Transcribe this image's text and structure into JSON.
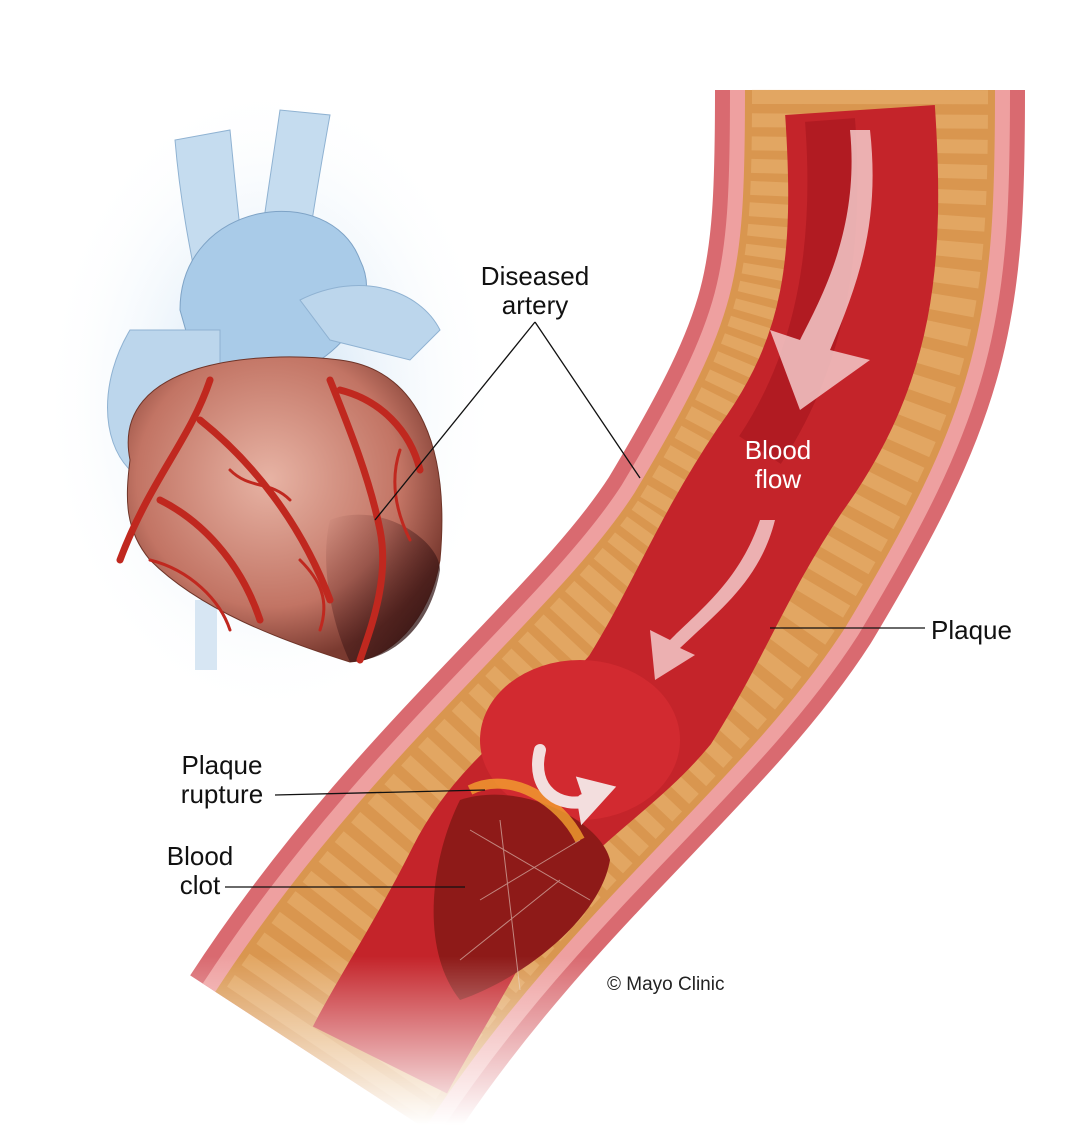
{
  "labels": {
    "diseased_artery": [
      "Diseased",
      "artery"
    ],
    "blood_flow": [
      "Blood",
      "flow"
    ],
    "plaque": "Plaque",
    "plaque_rupture": [
      "Plaque",
      "rupture"
    ],
    "blood_clot": [
      "Blood",
      "clot"
    ]
  },
  "credit": "© Mayo Clinic",
  "colors": {
    "artery_wall": "#e8868a",
    "plaque": "#e3a866",
    "lumen": "#c8242c",
    "heart_muscle": "#c97a6a",
    "aorta_blue": "#a9cbe8"
  }
}
